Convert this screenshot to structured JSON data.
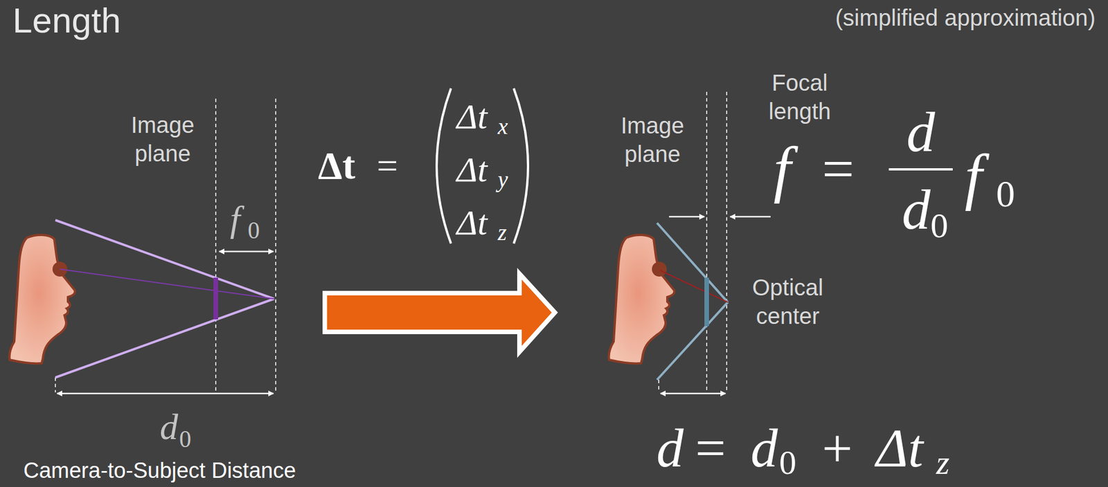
{
  "diagram": {
    "title": "Length",
    "labels": [
      "(simplified approximation)",
      "Image plane",
      "f",
      "0",
      "d",
      "0",
      "Camera-to-Subject Distance",
      "Δt",
      "=",
      "Δt",
      "x",
      "Δt",
      "y",
      "Δt",
      "z",
      "Image plane",
      "Focal length",
      "f",
      "=",
      "d",
      "d",
      "0",
      "f",
      "0",
      "Optical center",
      "d",
      "=",
      "d",
      "0",
      "+",
      "Δt",
      "z"
    ]
  }
}
